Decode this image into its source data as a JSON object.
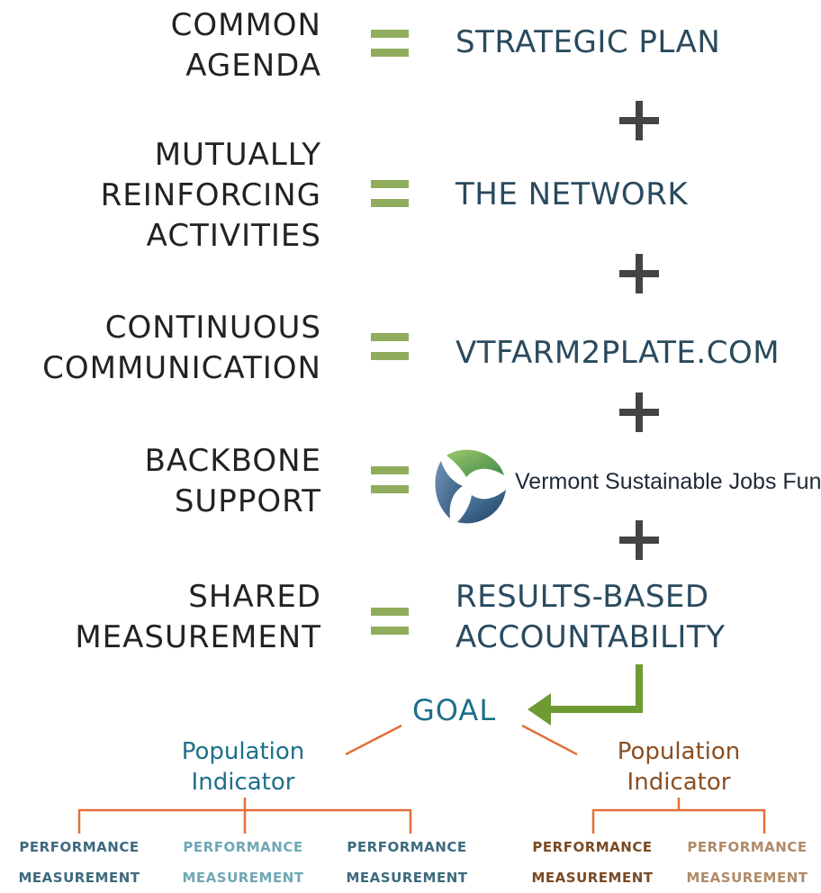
{
  "rows": [
    {
      "left": [
        "COMMON",
        "AGENDA"
      ],
      "right": [
        "STRATEGIC PLAN"
      ]
    },
    {
      "left": [
        "MUTUALLY",
        "REINFORCING",
        "ACTIVITIES"
      ],
      "right": [
        "THE NETWORK"
      ]
    },
    {
      "left": [
        "CONTINUOUS",
        "COMMUNICATION"
      ],
      "right": [
        "VTFARM2PLATE.COM"
      ]
    },
    {
      "left": [
        "BACKBONE",
        "SUPPORT"
      ],
      "right_logo_text": "Vermont Sustainable Jobs Fund"
    },
    {
      "left": [
        "SHARED",
        "MEASUREMENT"
      ],
      "right": [
        "RESULTS-BASED",
        "ACCOUNTABILITY"
      ]
    }
  ],
  "goal": "GOAL",
  "population_indicators": [
    {
      "lines": [
        "Population",
        "Indicator"
      ]
    },
    {
      "lines": [
        "Population",
        "Indicator"
      ]
    }
  ],
  "performance_measures": [
    {
      "lines": [
        "PERFORMANCE",
        "MEASUREMENT"
      ]
    },
    {
      "lines": [
        "PERFORMANCE",
        "MEASUREMENT"
      ]
    },
    {
      "lines": [
        "PERFORMANCE",
        "MEASUREMENT"
      ]
    },
    {
      "lines": [
        "PERFORMANCE",
        "MEASUREMENT"
      ]
    },
    {
      "lines": [
        "PERFORMANCE",
        "MEASUREMENT"
      ]
    }
  ],
  "colors": {
    "equals": "#8fad5d",
    "plus": "#444444",
    "right_text": "#2a4a5e",
    "goal": "#1e6f8a",
    "arrow": "#6e9a34",
    "connector": "#e2703a",
    "teal_dark": "#3d6a7e",
    "teal_light": "#6fa8b5",
    "brown_dark": "#7a4a23",
    "brown_light": "#b08a68"
  }
}
